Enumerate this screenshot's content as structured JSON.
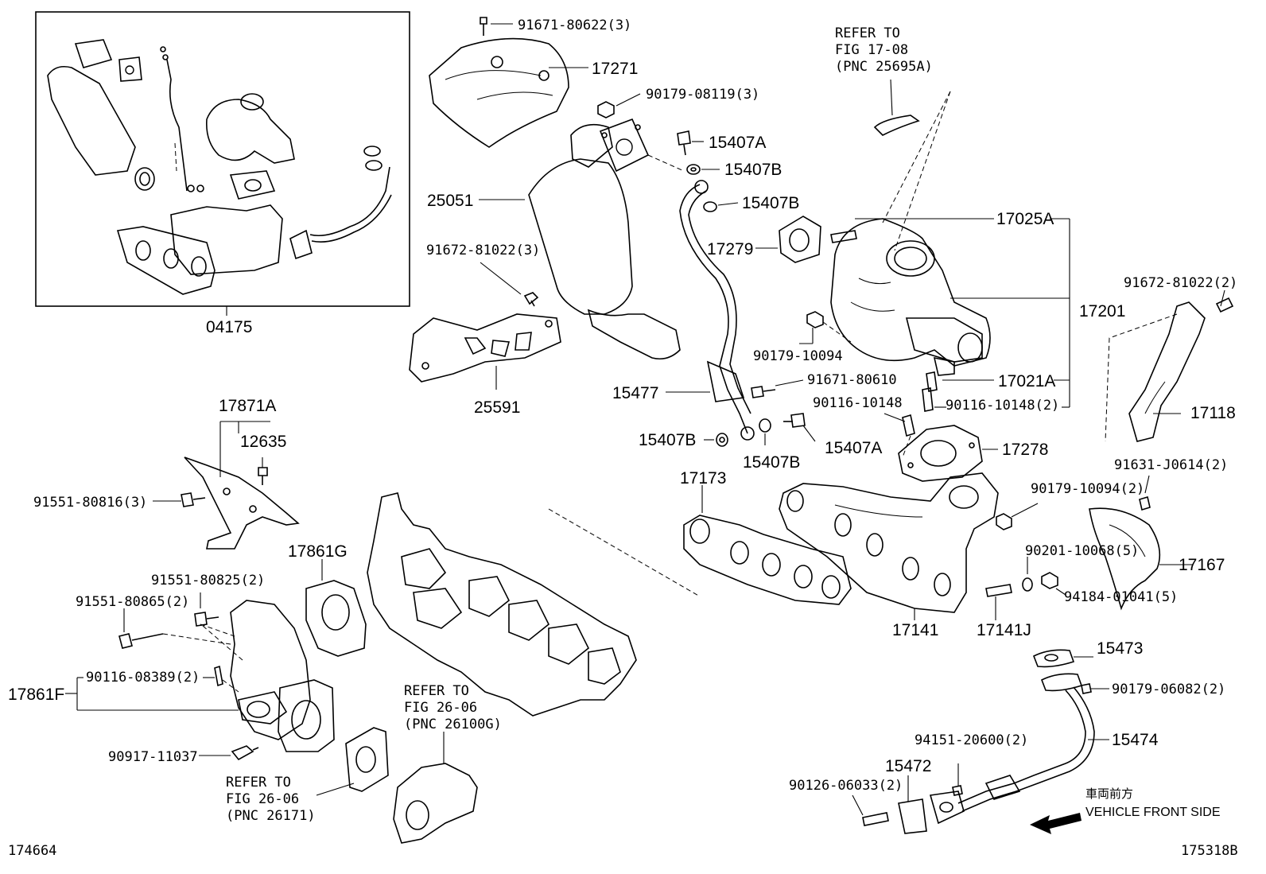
{
  "diagram_id_left": "174664",
  "diagram_id_right": "175318B",
  "inset": {
    "label": "04175"
  },
  "labels": {
    "l91671_80622": "91671-80622(3)",
    "l17271": "17271",
    "l90179_08119": "90179-08119(3)",
    "l15407A_top": "15407A",
    "l15407B_1": "15407B",
    "l15407B_2": "15407B",
    "l25051": "25051",
    "l17279": "17279",
    "l91672_81022_3": "91672-81022(3)",
    "l25591": "25591",
    "l17025A": "17025A",
    "l17201": "17201",
    "l91672_81022_2": "91672-81022(2)",
    "l90179_10094": "90179-10094",
    "l91671_80610": "91671-80610",
    "l17021A": "17021A",
    "l90116_10148": "90116-10148",
    "l90116_10148_2": "90116-10148(2)",
    "l15477": "15477",
    "l17118": "17118",
    "l15407B_3": "15407B",
    "l15407B_4": "15407B",
    "l15407A_bot": "15407A",
    "l17278": "17278",
    "l17871A": "17871A",
    "l12635": "12635",
    "l91551_80816": "91551-80816(3)",
    "l17173": "17173",
    "l91631_J0614": "91631-J0614(2)",
    "l90179_10094_2": "90179-10094(2)",
    "l17167": "17167",
    "l17861G": "17861G",
    "l91551_80825": "91551-80825(2)",
    "l91551_80865": "91551-80865(2)",
    "l90201_10068": "90201-10068(5)",
    "l94184_01041": "94184-01041(5)",
    "l17141": "17141",
    "l17141J": "17141J",
    "l15473": "15473",
    "l17861F": "17861F",
    "l90116_08389": "90116-08389(2)",
    "l90179_06082": "90179-06082(2)",
    "l15474": "15474",
    "l90917_11037": "90917-11037",
    "l94151_20600": "94151-20600(2)",
    "l15472": "15472",
    "l90126_06033": "90126-06033(2)"
  },
  "refs": {
    "top": [
      "REFER TO",
      "FIG  17-08",
      "(PNC 25695A)"
    ],
    "mid": [
      "REFER TO",
      "FIG 26-06",
      "(PNC 26100G)"
    ],
    "bottom": [
      "REFER TO",
      "FIG 26-06",
      "(PNC 26171)"
    ]
  },
  "direction": {
    "japanese": "車両前方",
    "english": "VEHICLE FRONT SIDE"
  },
  "icons": [
    "arrow-left-icon"
  ]
}
